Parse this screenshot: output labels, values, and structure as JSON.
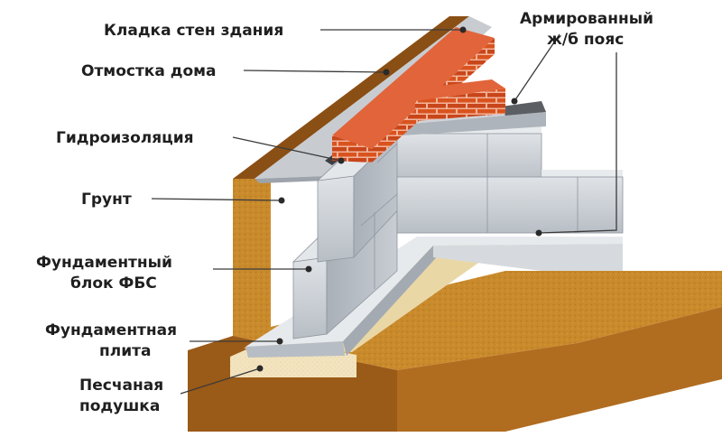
{
  "labels": {
    "wall_masonry": "Кладка стен здания",
    "blind_area": "Отмостка дома",
    "waterproofing": "Гидроизоляция",
    "soil": "Грунт",
    "block_line1": "Фундаментный",
    "block_line2": "блок ФБС",
    "slab_line1": "Фундаментная",
    "slab_line2": "плита",
    "sand_line1": "Песчаная",
    "sand_line2": "подушка",
    "belt_line1": "Армированный",
    "belt_line2": "ж/б пояс"
  },
  "colors": {
    "brick": "#d9531e",
    "brick_mortar": "#f2b39a",
    "soil": "#c98a2c",
    "soil_dark": "#9a5a18",
    "sand": "#f3e4bf",
    "concrete": "#c9ced4",
    "concrete_dark": "#9aa1a9",
    "blind_area": "#b9bdc2"
  }
}
